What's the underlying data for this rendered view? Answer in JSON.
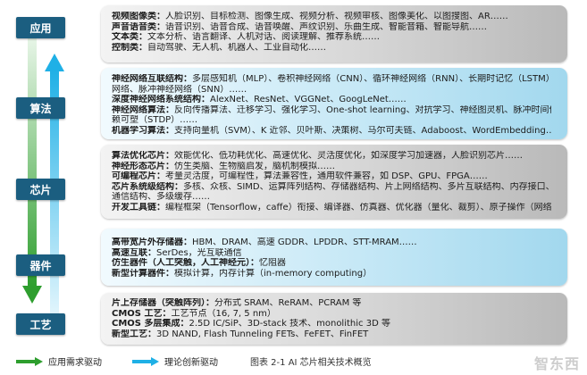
{
  "layers": [
    {
      "label": "应用"
    },
    {
      "label": "算法"
    },
    {
      "label": "芯片"
    },
    {
      "label": "器件"
    },
    {
      "label": "工艺"
    }
  ],
  "panels": {
    "app": [
      {
        "head": "视频图像类：",
        "text": "人脸识别、目标检测、图像生成、视频分析、视频审核、图像美化、以图搜图、AR……"
      },
      {
        "head": "声音语音类：",
        "text": "语音识别、语音合成、语音唤醒、声纹识别、乐曲生成、智能音箱、智能导航……"
      },
      {
        "head": "文本类：",
        "text": "文本分析、语言翻译、人机对话、阅读理解、推荐系统……"
      },
      {
        "head": "控制类：",
        "text": "自动驾驶、无人机、机器人、工业自动化……"
      }
    ],
    "algo": [
      {
        "head": "神经网络互联结构：",
        "text": "多层感知机（MLP）、卷积神经网络（CNN）、循环神经网络（RNN）、长期时记忆（LSTM）",
        "cont": "网络、脉冲神经网络（SNN）……"
      },
      {
        "head": "深度神经网络系统结构：",
        "text": "AlexNet、ResNet、VGGNet、GoogLeNet……"
      },
      {
        "head": "神经网络算法：",
        "text": "反向传播算法、迁移学习、强化学习、One-shot learning、对抗学习、神经图灵机、脉冲时间依",
        "cont": "赖可塑（STDP）……"
      },
      {
        "head": "机器学习算法：",
        "text": "支持向量机（SVM）、K 近邻、贝叶斯、决策树、马尔可夫链、Adaboost、WordEmbedding……"
      }
    ],
    "chip": [
      {
        "head": "算法优化芯片：",
        "text": "效能优化、低功耗优化、高速优化、灵活度优化，如深度学习加速器，人脸识别芯片……"
      },
      {
        "head": "神经形态芯片：",
        "text": "仿生类脑、生物脑启发，脑机制模拟……"
      },
      {
        "head": "可编程芯片：",
        "text": "考量灵活度，可编程性，算法兼容性，通用软件兼容，如 DSP、GPU、FPGA……"
      },
      {
        "head": "芯片系统级结构：",
        "text": "多核、众核、SIMD、运算阵列结构、存储器结构、片上网络结构、多片互联结构、内存接口、",
        "cont": "通信结构、多级缓存……"
      },
      {
        "head": "开发工具链：",
        "text": "编程框架（Tensorflow，caffe）衔接、编译器、仿真器、优化器（量化、裁剪）、原子操作（网络）库……"
      }
    ],
    "device": [
      {
        "head": "高带宽片外存储器：",
        "text": "HBM、DRAM、高速 GDDR、LPDDR、STT-MRAM……"
      },
      {
        "head": "高速互联：",
        "text": "SerDes，光互联通信"
      },
      {
        "head": "仿生器件（人工突触，人工神经元）：",
        "text": "忆阻器"
      },
      {
        "head": "新型计算器件：",
        "text": "模拟计算，内存计算（in-memory computing）"
      }
    ],
    "process": [
      {
        "head": "片上存储器（突触阵列）：",
        "text": "分布式 SRAM、ReRAM、PCRAM 等"
      },
      {
        "head": "CMOS 工艺：",
        "text": "工艺节点（16, 7, 5 nm）"
      },
      {
        "head": "CMOS 多层集成：",
        "text": "2.5D IC/SiP、3D-stack 技术、monolithic 3D 等"
      },
      {
        "head": "新型工艺：",
        "text": "3D NAND, Flash Tunneling FETs、FeFET、FinFET"
      }
    ]
  },
  "legend": {
    "demand": "应用需求驱动",
    "innovation": "理论创新驱动"
  },
  "caption": "图表 2-1 AI 芯片相关技术概览",
  "watermark": "智东西",
  "colors": {
    "label_bg": "#1b5e80",
    "demand_arrow": "#3aa83a",
    "innovation_arrow": "#29b6e8",
    "panel_gray": "#c9c9c9",
    "panel_blue": "#b5e0f2"
  }
}
